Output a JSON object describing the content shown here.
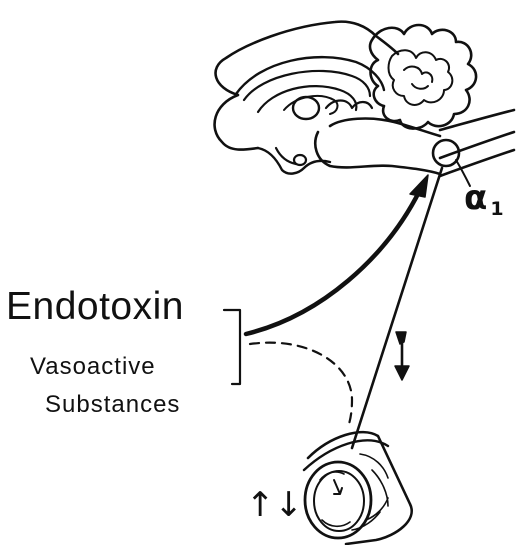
{
  "labels": {
    "endotoxin": "Endotoxin",
    "vasoactive": "Vasoactive",
    "substances": "Substances",
    "receptor_symbol": "α",
    "receptor_subscript": "1",
    "vessel_change_arrows": "↑↓"
  },
  "colors": {
    "ink": "#111111",
    "background": "#ffffff"
  }
}
